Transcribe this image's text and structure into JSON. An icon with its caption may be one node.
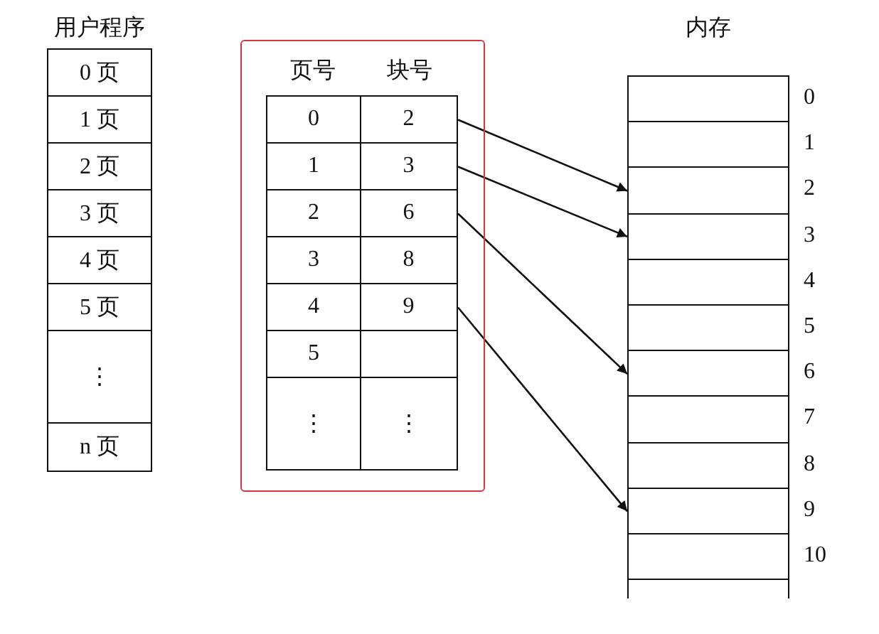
{
  "diagram": {
    "nodes": [
      {
        "text": [
          "0 页"
        ]
      },
      {
        "text": [
          "1 页"
        ]
      },
      {
        "text": [
          "2 页"
        ]
      },
      {
        "text": [
          "3 页"
        ]
      },
      {
        "text": [
          "4 页"
        ]
      },
      {
        "text": [
          "5 页"
        ]
      },
      {
        "text": [
          "⋮"
        ]
      },
      {
        "text": [
          "n 页"
        ]
      },
      {
        "text": [],
        "shape": "box"
      },
      {
        "text": [
          "0"
        ],
        "in": 8
      },
      {
        "text": [
          "2"
        ],
        "in": 8
      },
      {
        "text": [
          "1"
        ],
        "in": 8
      },
      {
        "text": [
          "3"
        ],
        "in": 8
      },
      {
        "text": [
          "2"
        ],
        "in": 8
      },
      {
        "text": [
          "6"
        ],
        "in": 8
      },
      {
        "text": [
          "3"
        ],
        "in": 8
      },
      {
        "text": [
          "8"
        ],
        "in": 8
      },
      {
        "text": [
          "4"
        ],
        "in": 8
      },
      {
        "text": [
          "9"
        ],
        "in": 8
      },
      {
        "text": [
          "5"
        ],
        "in": 8
      },
      {
        "text": [],
        "shape": "box",
        "in": 8
      },
      {
        "text": [
          "⋮"
        ],
        "in": 8
      },
      {
        "text": [
          "⋮"
        ],
        "in": 8
      },
      {
        "text": [],
        "shape": "box",
        "beside": [
          "0"
        ]
      },
      {
        "text": [],
        "shape": "box",
        "beside": [
          "1"
        ]
      },
      {
        "text": [],
        "shape": "box",
        "beside": [
          "2"
        ]
      },
      {
        "text": [],
        "shape": "box",
        "beside": [
          "3"
        ]
      },
      {
        "text": [],
        "shape": "box",
        "beside": [
          "4"
        ]
      },
      {
        "text": [],
        "shape": "box",
        "beside": [
          "5"
        ]
      },
      {
        "text": [],
        "shape": "box",
        "beside": [
          "6"
        ]
      },
      {
        "text": [],
        "shape": "box",
        "beside": [
          "7"
        ]
      },
      {
        "text": [],
        "shape": "box",
        "beside": [
          "8"
        ]
      },
      {
        "text": [],
        "shape": "box",
        "beside": [
          "9"
        ]
      },
      {
        "text": [],
        "shape": "box",
        "beside": [
          "10"
        ]
      },
      {
        "text": [],
        "shape": "box"
      }
    ],
    "edges": [
      {
        "from": 10,
        "to": 25,
        "arrow": "to"
      },
      {
        "from": 12,
        "to": 26,
        "arrow": "to"
      },
      {
        "from": 14,
        "to": 29,
        "arrow": "to"
      },
      {
        "from": 18,
        "to": 32,
        "arrow": "to"
      }
    ],
    "labels": [
      "用户程序",
      "页号",
      "块号",
      "内存"
    ]
  }
}
